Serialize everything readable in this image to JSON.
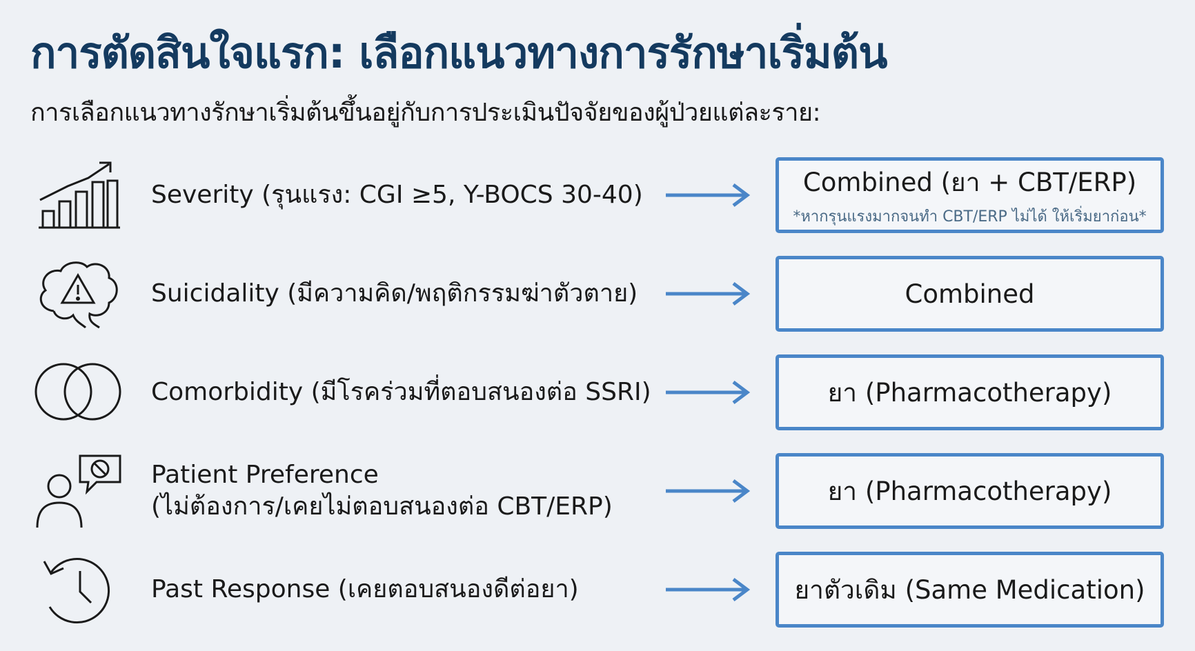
{
  "title": "การตัดสินใจแรก: เลือกแนวทางการรักษาเริ่มต้น",
  "subtitle": "การเลือกแนวทางรักษาเริ่มต้นขึ้นอยู่กับการประเมินปัจจัยของผู้ป่วยแต่ละราย:",
  "colors": {
    "title": "#143a5f",
    "accent": "#4a86c8"
  },
  "rows": [
    {
      "icon": "bar-chart-growth-icon",
      "label": "Severity (รุนแรง: CGI ≥5, Y-BOCS 30-40)",
      "result": "Combined (ยา + CBT/ERP)",
      "note": "*หากรุนแรงมากจนทำ CBT/ERP ไม่ได้ ให้เริ่มยาก่อน*"
    },
    {
      "icon": "brain-warning-icon",
      "label": "Suicidality (มีความคิด/พฤติกรรมฆ่าตัวตาย)",
      "result": "Combined"
    },
    {
      "icon": "overlapping-circles-icon",
      "label": "Comorbidity (มีโรคร่วมที่ตอบสนองต่อ SSRI)",
      "result": "ยา (Pharmacotherapy)"
    },
    {
      "icon": "person-prohibited-icon",
      "label_line1": "Patient Preference",
      "label_line2": "(ไม่ต้องการ/เคยไม่ตอบสนองต่อ CBT/ERP)",
      "result": "ยา (Pharmacotherapy)"
    },
    {
      "icon": "history-clock-icon",
      "label": "Past Response (เคยตอบสนองดีต่อยา)",
      "result": "ยาตัวเดิม (Same Medication)"
    }
  ]
}
